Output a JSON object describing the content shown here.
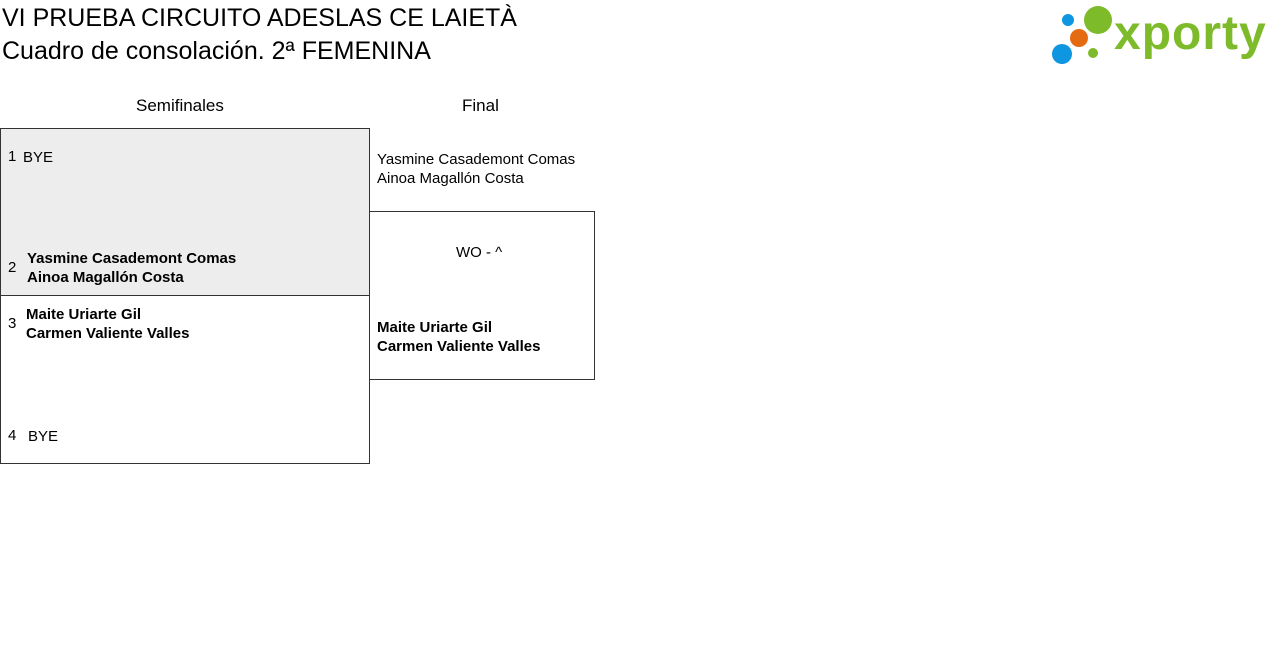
{
  "header": {
    "title_line1": "VI PRUEBA CIRCUITO ADESLAS CE LAIETÀ",
    "title_line2": "Cuadro de consolación. 2ª FEMENINA"
  },
  "logo": {
    "text": "xporty",
    "colors": {
      "green": "#7dbb2a",
      "blue": "#0e97e0",
      "orange": "#e46b12"
    }
  },
  "rounds": {
    "semifinals": "Semifinales",
    "final": "Final"
  },
  "semifinals": [
    {
      "top": {
        "seed": "1",
        "players": [
          "BYE"
        ]
      },
      "bottom": {
        "seed": "2",
        "players": [
          "Yasmine Casademont Comas",
          "Ainoa Magallón Costa"
        ]
      }
    },
    {
      "top": {
        "seed": "3",
        "players": [
          "Maite Uriarte Gil",
          "Carmen Valiente Valles"
        ]
      },
      "bottom": {
        "seed": "4",
        "players": [
          "BYE"
        ]
      }
    }
  ],
  "final": {
    "top": {
      "players": [
        "Yasmine Casademont Comas",
        "Ainoa Magallón Costa"
      ]
    },
    "result": "WO - ^",
    "bottom": {
      "players": [
        "Maite Uriarte Gil",
        "Carmen Valiente Valles"
      ]
    }
  }
}
